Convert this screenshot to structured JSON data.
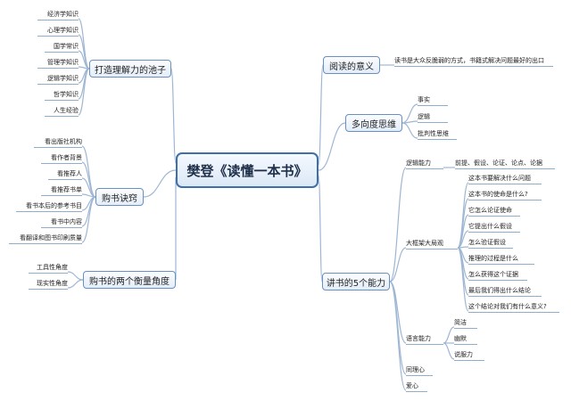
{
  "center": {
    "title": "樊登《读懂一本书》"
  },
  "reading_meaning": {
    "label": "阅读的意义",
    "detail": "读书是大众反脆弱的方式，书籍式解决问题最好的出口"
  },
  "multi_thinking": {
    "label": "多向度思维",
    "items": [
      "事实",
      "逻辑",
      "批判性思维"
    ]
  },
  "five_abilities": {
    "label": "讲书的5个能力",
    "logic": {
      "label": "逻辑能力",
      "detail": "前提、假设、论证、论点、论据"
    },
    "big_frame": {
      "label": "大框架大局观",
      "items": [
        "这本书要解决什么问题",
        "这本书的使命是什么?",
        "它怎么论证使命",
        "它提出什么假设",
        "怎么验证假设",
        "推理的过程是什么",
        "怎么获得这个证据",
        "最后我们得出什么结论",
        "这个结论对我们有什么意义?"
      ]
    },
    "language": {
      "label": "语言能力",
      "items": [
        "简洁",
        "幽默",
        "说服力"
      ]
    },
    "empathy": "同理心",
    "love": "爱心"
  },
  "pool": {
    "label": "打造理解力的池子",
    "items": [
      "经济学知识",
      "心理学知识",
      "国学常识",
      "管理学知识",
      "逻辑学知识",
      "哲学知识",
      "人生经验"
    ]
  },
  "buying_tips": {
    "label": "购书诀窍",
    "items": [
      "看出版社机构",
      "看作者背景",
      "看推荐人",
      "看推荐书单",
      "看书本后的参考书目",
      "看书中内容",
      "看翻译和图书印刷质量"
    ]
  },
  "buying_angles": {
    "label": "购书的两个衡量角度",
    "items": [
      "工具性角度",
      "现实性角度"
    ]
  },
  "colors": {
    "line": "#9fb6d3",
    "border": "#3f6ea8"
  }
}
